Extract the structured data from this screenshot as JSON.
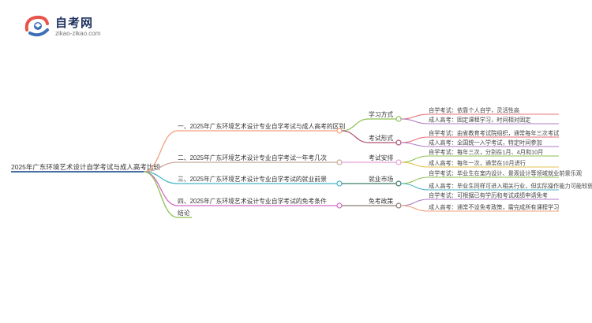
{
  "logo": {
    "title": "自考网",
    "url": "zikao-zikao.com"
  },
  "mindmap": {
    "root": "2025年广东环境艺术设计自学考试与成人高考比较",
    "branches": [
      {
        "label": "一、2025年广东环境艺术设计专业自学考试与成人高考的区别",
        "color": "#f2a07e",
        "children": [
          {
            "label": "学习方式",
            "color": "#8cc152",
            "leaves": [
              {
                "text": "自学考试：依靠个人自学，灵活性高",
                "color": "#e8737a"
              },
              {
                "text": "成人高考：固定课程学习，时间相对固定",
                "color": "#b07cc6"
              }
            ]
          },
          {
            "label": "考试形式",
            "color": "#b05070",
            "leaves": [
              {
                "text": "自学考试：由省教育考试院组织，通常每年三次考试",
                "color": "#e8737a"
              },
              {
                "text": "成人高考：全国统一入学考试，特定时间参加",
                "color": "#b07cc6"
              }
            ]
          }
        ]
      },
      {
        "label": "二、2025年广东环境艺术设计专业自学考试一年考几次",
        "color": "#c8a89a",
        "children": [
          {
            "label": "考试安排",
            "color": "#e6a0d6",
            "leaves": [
              {
                "text": "自学考试：每年三次，分别在1月、4月和10月",
                "color": "#8cc152"
              },
              {
                "text": "成人高考：每年一次，通常在10月进行",
                "color": "#e6c050"
              }
            ]
          }
        ]
      },
      {
        "label": "三、2025年广东环境艺术设计专业自学考试的就业前景",
        "color": "#4ab4c8",
        "children": [
          {
            "label": "就业市场",
            "color": "#3a7a6a",
            "leaves": [
              {
                "text": "自学考试：毕业生在室内设计、景观设计等领域就业前景乐观",
                "color": "#8cc152"
              },
              {
                "text": "成人高考：毕业生同样可进入相关行业，但实际操作能力可能较弱",
                "color": "#4ab4c8"
              }
            ]
          }
        ]
      },
      {
        "label": "四、2025年广东环境艺术设计专业自学考试的免考条件",
        "color": "#d46ac2",
        "children": [
          {
            "label": "免考政策",
            "color": "#8a7a70",
            "leaves": [
              {
                "text": "自学考试：可根据已有学历和考试成绩申请免考",
                "color": "#b07cc6"
              },
              {
                "text": "成人高考：通常不设免考政策，需完成所有课程学习",
                "color": "#f2a07e"
              }
            ]
          }
        ]
      },
      {
        "label": "结论",
        "color": "#8cc152",
        "children": []
      }
    ]
  }
}
